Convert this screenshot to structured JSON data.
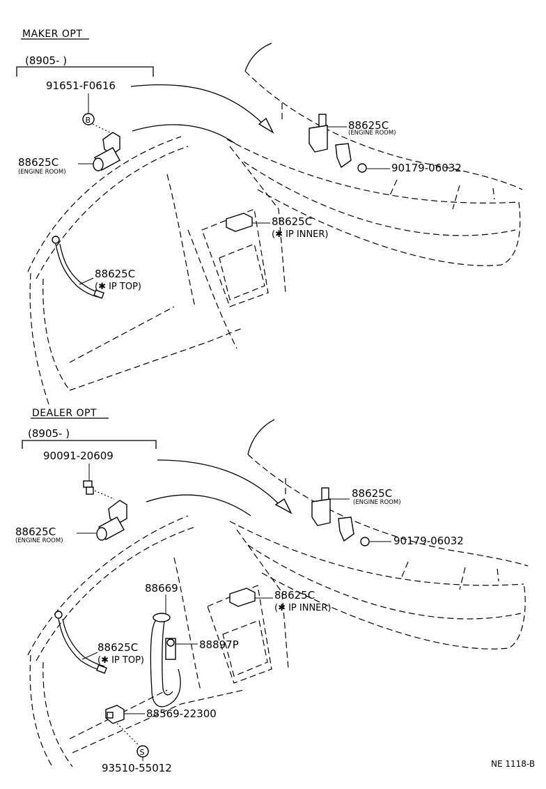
{
  "sections": {
    "maker": {
      "title": "MAKER OPT",
      "date_range": "(8905-        )",
      "parts": {
        "bolt": "91651-F0616",
        "bolt_marker": "B",
        "relay_left": "88625C",
        "relay_left_loc": "(ENGINE ROOM)",
        "relay_right": "88625C",
        "relay_right_loc": "(ENGINE ROOM)",
        "nut": "90179-06032",
        "ip_inner": "88625C",
        "ip_inner_loc": "(✱ IP INNER)",
        "ip_top": "88625C",
        "ip_top_loc": "(✱ IP TOP)"
      }
    },
    "dealer": {
      "title": "DEALER OPT",
      "date_range": "(8905-        )",
      "parts": {
        "bolt": "90091-20609",
        "relay_left": "88625C",
        "relay_left_loc": "(ENGINE ROOM)",
        "relay_right": "88625C",
        "relay_right_loc": "(ENGINE ROOM)",
        "nut": "90179-06032",
        "hose": "88669",
        "ip_inner": "88625C",
        "ip_inner_loc": "(✱ IP INNER)",
        "plug": "88897P",
        "ip_top": "88625C",
        "ip_top_loc": "(✱ IP TOP)",
        "clamp": "88569-22300",
        "screw_marker": "S",
        "screw": "93510-55012"
      }
    }
  },
  "figure_code": "NE 1118-B"
}
